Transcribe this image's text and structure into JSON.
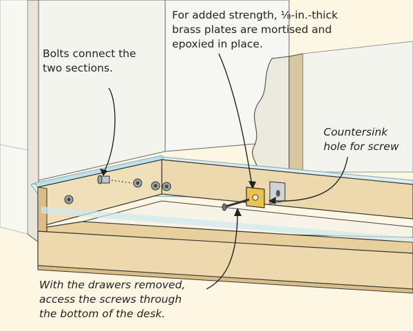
{
  "callouts": {
    "bolts": "Bolts connect the\ntwo sections.",
    "strength": "For added strength, ⅛-in.-thick\nbrass plates are mortised and\nepoxied in place.",
    "countersink": "Countersink\nhole for screw",
    "access": "With the drawers removed,\naccess the screws through\nthe bottom of the desk."
  },
  "colors": {
    "background": "#fdf6e3",
    "wood": "#ecd9ae",
    "wood_shade": "#d9bf86",
    "wall": "#f4f4ef",
    "glass": "#cfe8ef",
    "brass": "#e9c34d",
    "line": "#222222"
  }
}
